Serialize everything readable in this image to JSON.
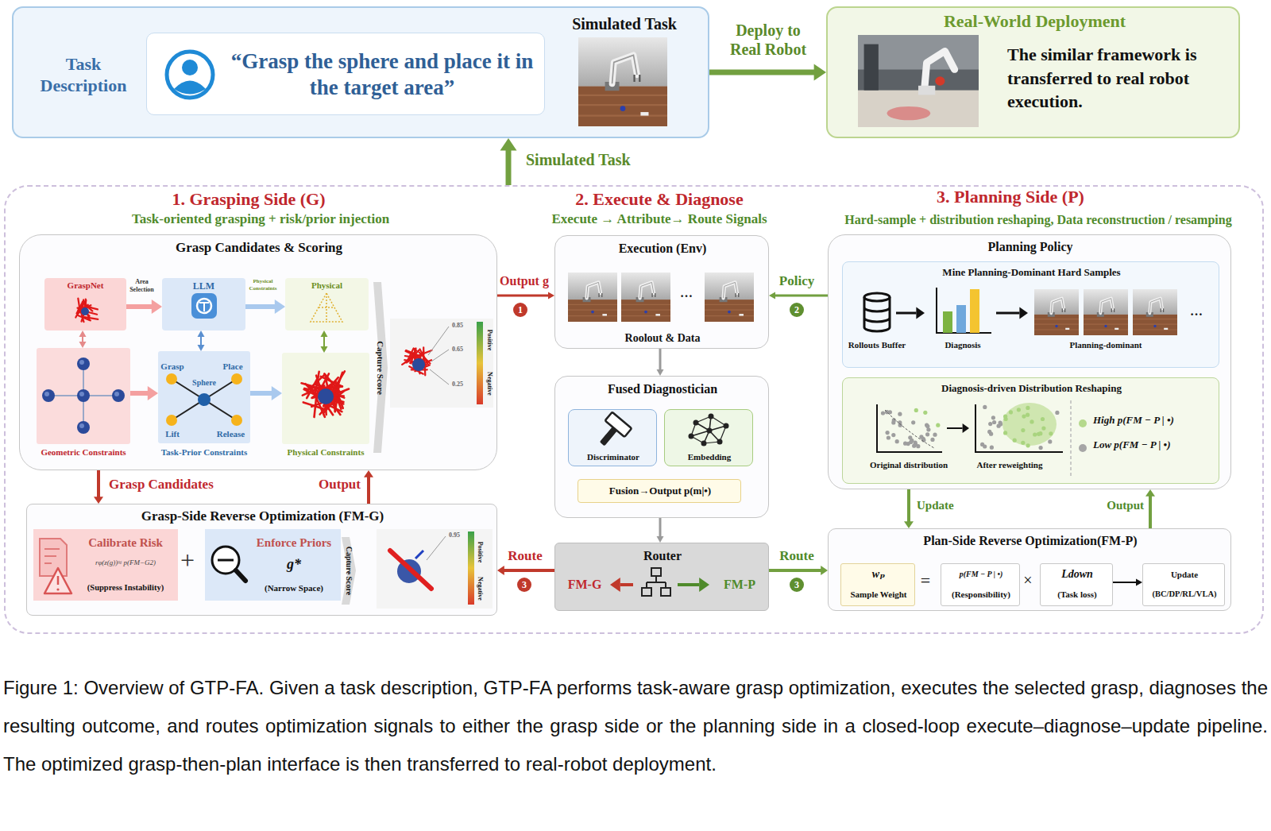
{
  "diagram": {
    "caption": "Figure 1: Overview of GTP-FA. Given a task description, GTP-FA performs task-aware grasp optimization, executes the selected grasp, diagnoses the resulting outcome, and routes optimization signals to either the grasp side or the planning side in a closed-loop execute–diagnose–update pipeline. The optimized grasp-then-plan interface is then transferred to real-robot deployment.",
    "nodes": [
      {
        "text": [
          "Task Description"
        ]
      },
      {
        "text": [
          "“Grasp the sphere and place it in the target area”"
        ],
        "in": 0
      },
      {
        "text": [
          "Simulated Task"
        ],
        "in": 0
      },
      {
        "text": [
          "Real-World Deployment",
          "The similar framework is transferred to real robot execution."
        ]
      },
      {
        "text": [
          "1. Grasping Side (G)",
          "Task-oriented grasping + risk/prior injection",
          "2. Execute & Diagnose",
          "Execute → Attribute→ Route Signals",
          "3. Planning Side (P)",
          "Hard-sample + distribution reshaping, Data reconstruction / resamping"
        ]
      },
      {
        "text": [
          "Grasp Candidates & Scoring"
        ],
        "in": 4
      },
      {
        "text": [
          "GraspNet"
        ],
        "in": 5
      },
      {
        "text": [
          "LLM"
        ],
        "in": 5
      },
      {
        "text": [
          "Physical"
        ],
        "in": 5
      },
      {
        "text": [
          "Geometric Constraints"
        ],
        "in": 5
      },
      {
        "text": [
          "Grasp",
          "Place",
          "Sphere",
          "Lift",
          "Release",
          "Task-Prior Constraints"
        ],
        "in": 5
      },
      {
        "text": [
          "Physical Constraints"
        ],
        "in": 5
      },
      {
        "text": [
          "Capture Score"
        ],
        "in": 5
      },
      {
        "text": [
          "0.85",
          "0.65",
          "0.25",
          "Positive",
          "Negative"
        ],
        "in": 5
      },
      {
        "text": [
          "Grasp-Side Reverse Optimization (FM-G)"
        ],
        "in": 4
      },
      {
        "text": [
          "Calibrate Risk",
          "rφ(z(g))≈ p(FM−G2)",
          "(Suppress Instability)"
        ],
        "in": 14
      },
      {
        "text": [
          "Enforce Priors",
          "g*",
          "(Narrow Space)"
        ],
        "in": 14
      },
      {
        "text": [
          "Capture Score"
        ],
        "in": 14
      },
      {
        "text": [
          "0.95",
          "Positive",
          "Negative"
        ],
        "in": 14
      },
      {
        "text": [
          "Execution (Env)",
          "…",
          "Roolout & Data"
        ],
        "in": 4
      },
      {
        "text": [
          "Fused Diagnostician"
        ],
        "in": 4
      },
      {
        "text": [
          "Discriminator"
        ],
        "in": 20
      },
      {
        "text": [
          "Embedding"
        ],
        "in": 20
      },
      {
        "text": [
          "Fusion→Output p(m|•)"
        ],
        "in": 20
      },
      {
        "text": [
          "Router",
          "FM-G",
          "FM-P"
        ],
        "in": 4
      },
      {
        "text": [
          "Planning Policy"
        ],
        "in": 4
      },
      {
        "text": [
          "Mine Planning-Dominant Hard Samples",
          "Rollouts Buffer",
          "Diagnosis",
          "Planning-dominant",
          "…"
        ],
        "in": 25
      },
      {
        "text": [
          "Diagnosis-driven Distribution Reshaping",
          "Original distribution",
          "After reweighting"
        ],
        "in": 25
      },
      {
        "text": [
          "Plan-Side Reverse Optimization(FM-P)"
        ],
        "in": 4
      },
      {
        "text": [
          "wₚ",
          "Sample Weight"
        ],
        "in": 28
      },
      {
        "text": [
          "p(FM − P | •)",
          "(Responsibility)"
        ],
        "in": 28
      },
      {
        "text": [
          "Ldown",
          "(Task loss)"
        ],
        "in": 28
      },
      {
        "text": [
          "Update",
          "(BC/DP/RL/VLA)"
        ],
        "in": 28
      }
    ],
    "edges": [
      {
        "from": 0,
        "to": 3,
        "arrow": "to",
        "label": "Deploy to Real Robot"
      },
      {
        "from": 4,
        "to": 0,
        "arrow": "to",
        "label": "Simulated Task"
      },
      {
        "from": 6,
        "to": 7,
        "arrow": "to",
        "label": "Area Selection"
      },
      {
        "from": 7,
        "to": 8,
        "arrow": "to",
        "label": "Physical Constraints"
      },
      {
        "from": 6,
        "to": 9,
        "arrow": "both"
      },
      {
        "from": 7,
        "to": 10,
        "arrow": "both"
      },
      {
        "from": 8,
        "to": 11,
        "arrow": "both"
      },
      {
        "from": 9,
        "to": 10,
        "arrow": "to"
      },
      {
        "from": 10,
        "to": 11,
        "arrow": "to"
      },
      {
        "from": 5,
        "to": 14,
        "arrow": "to",
        "label": "Grasp Candidates"
      },
      {
        "from": 14,
        "to": 5,
        "arrow": "to",
        "label": "Output"
      },
      {
        "from": 5,
        "to": 19,
        "arrow": "to",
        "label": "Output g"
      },
      {
        "from": 25,
        "to": 19,
        "arrow": "to",
        "label": "Policy"
      },
      {
        "from": 19,
        "to": 20,
        "arrow": "to"
      },
      {
        "from": 20,
        "to": 24,
        "arrow": "to"
      },
      {
        "from": 24,
        "to": 14,
        "arrow": "to",
        "label": "Route"
      },
      {
        "from": 24,
        "to": 28,
        "arrow": "to",
        "label": "Route"
      },
      {
        "from": 25,
        "to": 28,
        "arrow": "to",
        "label": "Update"
      },
      {
        "from": 28,
        "to": 25,
        "arrow": "to",
        "label": "Output"
      },
      {
        "from": 31,
        "to": 32,
        "arrow": "to"
      }
    ],
    "labels": [
      "1",
      "2",
      "3",
      "3",
      "+",
      "=",
      "×"
    ],
    "legend": [
      {
        "text": "High p(FM − P | •)",
        "color": "#b5d98c"
      },
      {
        "text": "Low p(FM − P | •)",
        "color": "#a6a6a6"
      }
    ]
  }
}
